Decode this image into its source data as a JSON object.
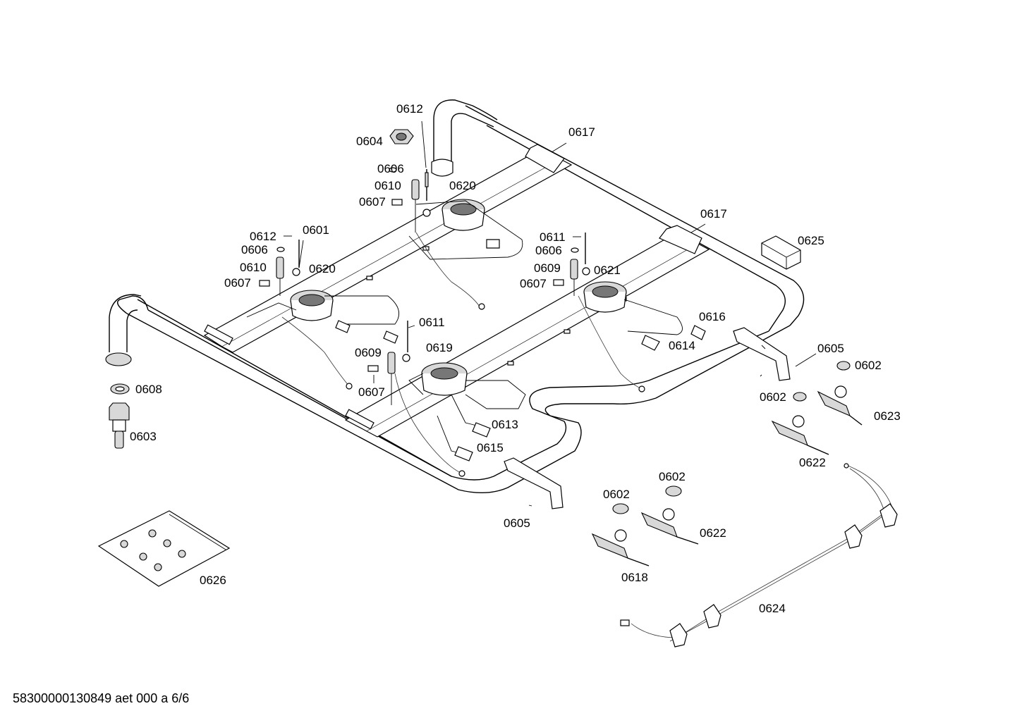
{
  "callouts": [
    {
      "id": "c-0612a",
      "text": "0612"
    },
    {
      "id": "c-0604",
      "text": "0604"
    },
    {
      "id": "c-0606a",
      "text": "0606"
    },
    {
      "id": "c-0610a",
      "text": "0610"
    },
    {
      "id": "c-0607a",
      "text": "0607"
    },
    {
      "id": "c-0620a",
      "text": "0620"
    },
    {
      "id": "c-0617a",
      "text": "0617"
    },
    {
      "id": "c-0617b",
      "text": "0617"
    },
    {
      "id": "c-0625",
      "text": "0625"
    },
    {
      "id": "c-0612b",
      "text": "0612"
    },
    {
      "id": "c-0601",
      "text": "0601"
    },
    {
      "id": "c-0606b",
      "text": "0606"
    },
    {
      "id": "c-0610b",
      "text": "0610"
    },
    {
      "id": "c-0607b",
      "text": "0607"
    },
    {
      "id": "c-0620b",
      "text": "0620"
    },
    {
      "id": "c-0611a",
      "text": "0611"
    },
    {
      "id": "c-0606c",
      "text": "0606"
    },
    {
      "id": "c-0609a",
      "text": "0609"
    },
    {
      "id": "c-0621",
      "text": "0621"
    },
    {
      "id": "c-0607c",
      "text": "0607"
    },
    {
      "id": "c-0616",
      "text": "0616"
    },
    {
      "id": "c-0614",
      "text": "0614"
    },
    {
      "id": "c-0605a",
      "text": "0605"
    },
    {
      "id": "c-0602a",
      "text": "0602"
    },
    {
      "id": "c-0602b",
      "text": "0602"
    },
    {
      "id": "c-0623",
      "text": "0623"
    },
    {
      "id": "c-0622a",
      "text": "0622"
    },
    {
      "id": "c-0611b",
      "text": "0611"
    },
    {
      "id": "c-0619",
      "text": "0619"
    },
    {
      "id": "c-0609b",
      "text": "0609"
    },
    {
      "id": "c-0607d",
      "text": "0607"
    },
    {
      "id": "c-0608",
      "text": "0608"
    },
    {
      "id": "c-0603",
      "text": "0603"
    },
    {
      "id": "c-0613",
      "text": "0613"
    },
    {
      "id": "c-0615",
      "text": "0615"
    },
    {
      "id": "c-0605b",
      "text": "0605"
    },
    {
      "id": "c-0602c",
      "text": "0602"
    },
    {
      "id": "c-0602d",
      "text": "0602"
    },
    {
      "id": "c-0622b",
      "text": "0622"
    },
    {
      "id": "c-0618",
      "text": "0618"
    },
    {
      "id": "c-0624",
      "text": "0624"
    },
    {
      "id": "c-0626",
      "text": "0626"
    }
  ],
  "footer": {
    "drawing_id": "58300000130849 aet 000 a 6/6"
  }
}
